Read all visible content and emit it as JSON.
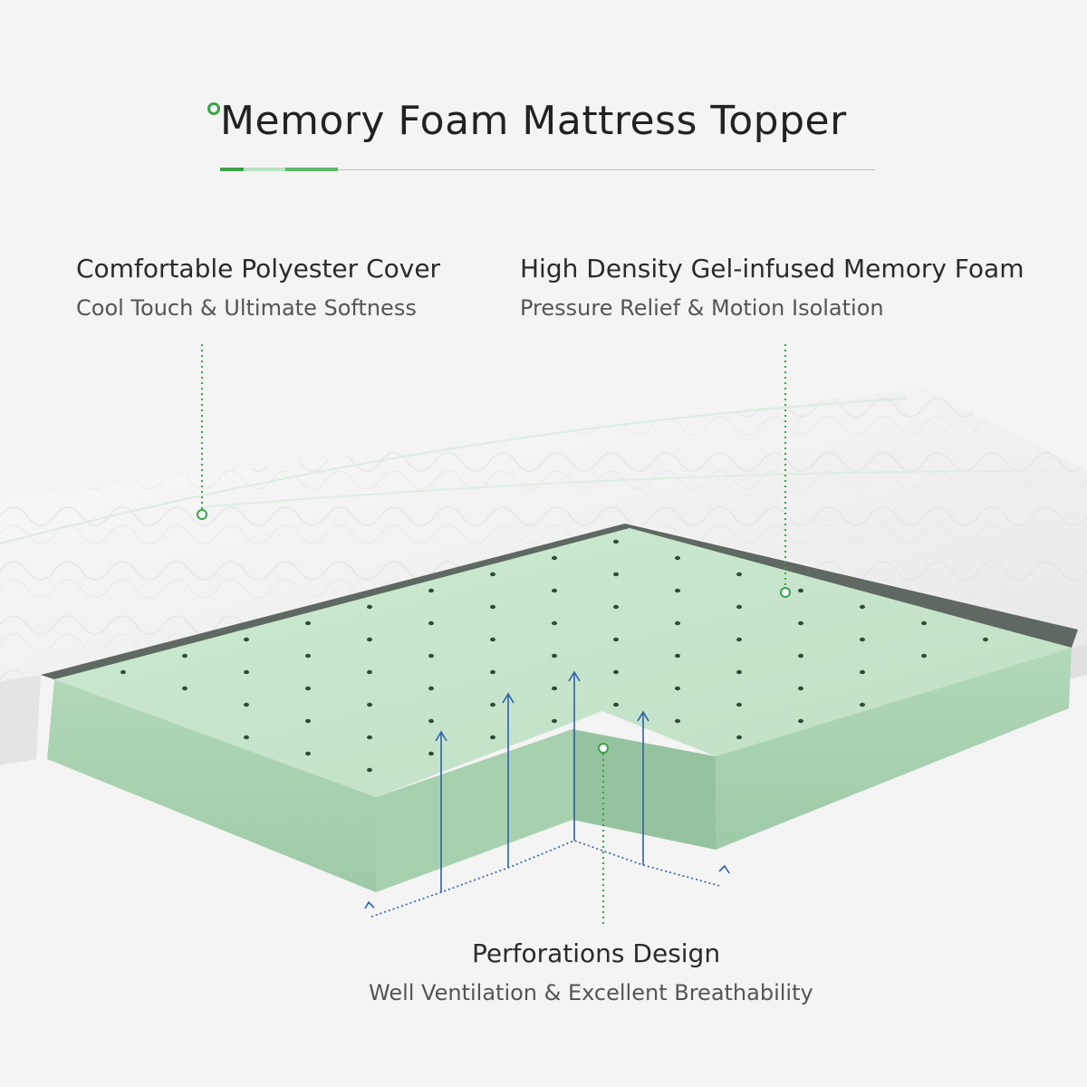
{
  "title": "Memory Foam Mattress Topper",
  "features": {
    "cover": {
      "heading": "Comfortable Polyester Cover",
      "subtitle": "Cool Touch & Ultimate Softness"
    },
    "foam": {
      "heading": "High Density Gel-infused Memory Foam",
      "subtitle": "Pressure Relief & Motion Isolation"
    },
    "perforations": {
      "heading": "Perforations Design",
      "subtitle": "Well Ventilation & Excellent Breathability"
    }
  },
  "colors": {
    "accent_green": "#3aa24a",
    "foam_top": "#c4e4ca",
    "foam_side": "#a9d2b1",
    "cover_white": "#f2f2f2",
    "arrow_blue": "#2f5fa8"
  }
}
